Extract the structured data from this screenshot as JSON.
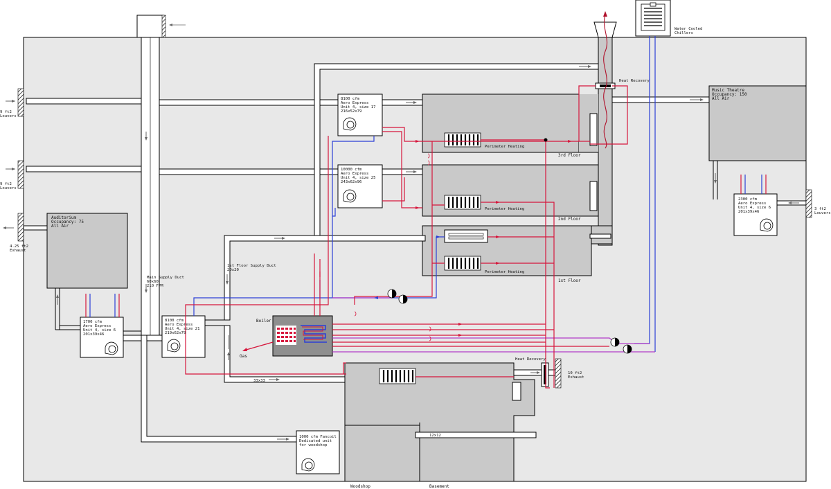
{
  "colors": {
    "building": "#e8e8e8",
    "zone": "#c9c9c9",
    "duct": "#ffffff",
    "hot_water": "#d6163c",
    "chilled_water": "#2b3fd6",
    "mixed_water": "#b23cc8",
    "outline": "#000000",
    "boiler": "#8f8f8f"
  },
  "icons": [
    "fan-icon",
    "pump-icon",
    "louver-icon",
    "heat-recovery-icon",
    "coil-icon",
    "chiller-icon",
    "exhaust-arrow-icon"
  ],
  "equipment": {
    "ahu_3rd": [
      "8100 cfm",
      "Aero Express",
      "Unit 4, size 17",
      "216x52x79"
    ],
    "ahu_2nd": [
      "10000 cfm",
      "Aero Express",
      "Unit 4, size 25",
      "243x62x96"
    ],
    "ahu_1st": [
      "8100 cfm",
      "Aero Express",
      "Unit 4, size 21",
      "219x62x79"
    ],
    "ahu_aud": [
      "1700 cfm",
      "Aero Express",
      "Unit 4, size 6",
      "201x39x46"
    ],
    "ahu_music": [
      "2300 cfm",
      "Aero Express",
      "Unit 4, size 6",
      "201x39x46"
    ],
    "fancoil_wood": [
      "1000 cfm Fancoil",
      "Dedicated unit",
      "for woodshop"
    ]
  },
  "spaces": {
    "auditorium": [
      "Auditorium",
      "Occupancy: 75",
      "All Air"
    ],
    "music": [
      "Music Theatre",
      "Occupancy: 150",
      "All Air"
    ],
    "floor3": "3rd Floor",
    "floor2": "2nd Floor",
    "floor1": "1st Floor",
    "woodshop": "Woodshop",
    "basement": "Basement"
  },
  "labels": {
    "louver_top": [
      "9 ft2",
      "Louvers"
    ],
    "louver_mid": [
      "9 ft2",
      "Louvers"
    ],
    "exhaust_aud": [
      "4.25 ft2",
      "Exhaust"
    ],
    "louver_right": [
      "3 ft2",
      "Louvers"
    ],
    "exhaust_right": [
      "10 ft2",
      "Exhaust"
    ],
    "main_duct": [
      "Main Supply Duct",
      "60x60",
      "210 FPM"
    ],
    "first_duct": [
      "1st Floor Supply Duct",
      "20x20"
    ],
    "perim3": "Perimeter Heating",
    "perim2": "Perimeter Heating",
    "perim1": "Perimeter Heating",
    "heat_recovery_top": "Heat Recovery",
    "heat_recovery_bottom": "Heat Recovery",
    "chillers": [
      "Water Cooled",
      "Chillers"
    ],
    "boiler": "Boiler",
    "gas": "Gas",
    "duct_33": "33x33",
    "duct_12": "12x12"
  }
}
